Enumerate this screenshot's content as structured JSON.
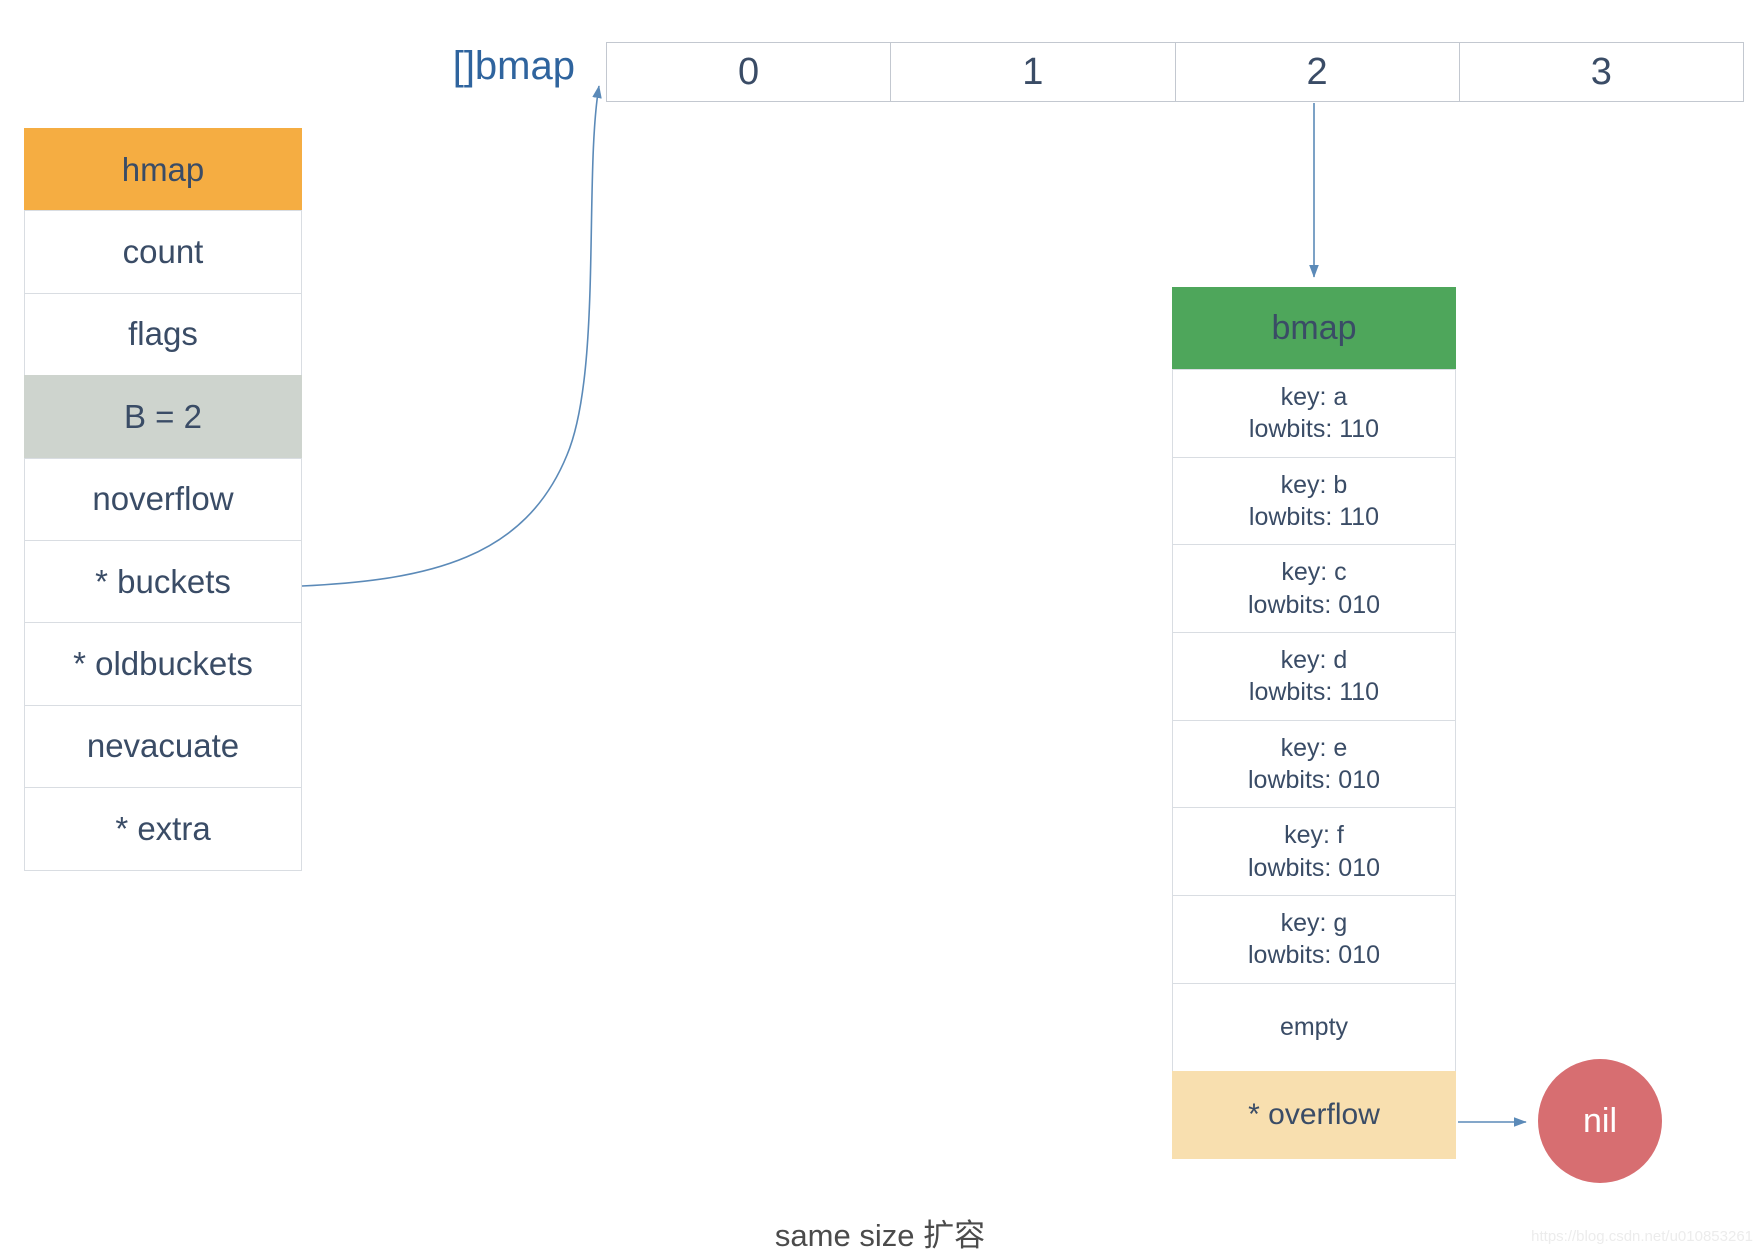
{
  "hmap_table": {
    "header": "hmap",
    "rows": [
      {
        "label": "count"
      },
      {
        "label": "flags"
      },
      {
        "label": "B = 2"
      },
      {
        "label": "noverflow"
      },
      {
        "label": "* buckets"
      },
      {
        "label": "* oldbuckets"
      },
      {
        "label": "nevacuate"
      },
      {
        "label": "* extra"
      }
    ]
  },
  "bmap_array": {
    "label": "[]bmap",
    "cells": [
      "0",
      "1",
      "2",
      "3"
    ]
  },
  "bmap_table": {
    "header": "bmap",
    "entries": [
      {
        "key": "key: a",
        "lowbits": "lowbits: 110"
      },
      {
        "key": "key: b",
        "lowbits": "lowbits: 110"
      },
      {
        "key": "key: c",
        "lowbits": "lowbits: 010"
      },
      {
        "key": "key: d",
        "lowbits": "lowbits: 110"
      },
      {
        "key": "key: e",
        "lowbits": "lowbits: 010"
      },
      {
        "key": "key: f",
        "lowbits": "lowbits: 010"
      },
      {
        "key": "key: g",
        "lowbits": "lowbits: 010"
      }
    ],
    "empty_label": "empty",
    "overflow_label": "* overflow"
  },
  "nil_node": {
    "label": "nil"
  },
  "caption": "same size 扩容",
  "watermark": "https://blog.csdn.net/u010853261",
  "colors": {
    "hmap_header_bg": "#f5ad42",
    "b_row_bg": "#ced4ce",
    "bmap_header_bg": "#4ea65b",
    "overflow_bg": "#f8dfaf",
    "nil_bg": "#d76e71",
    "arrow": "#5b8ab8",
    "label_blue": "#2f649e",
    "text_navy": "#3a4c66",
    "caption_gray": "#4b4b4b"
  }
}
